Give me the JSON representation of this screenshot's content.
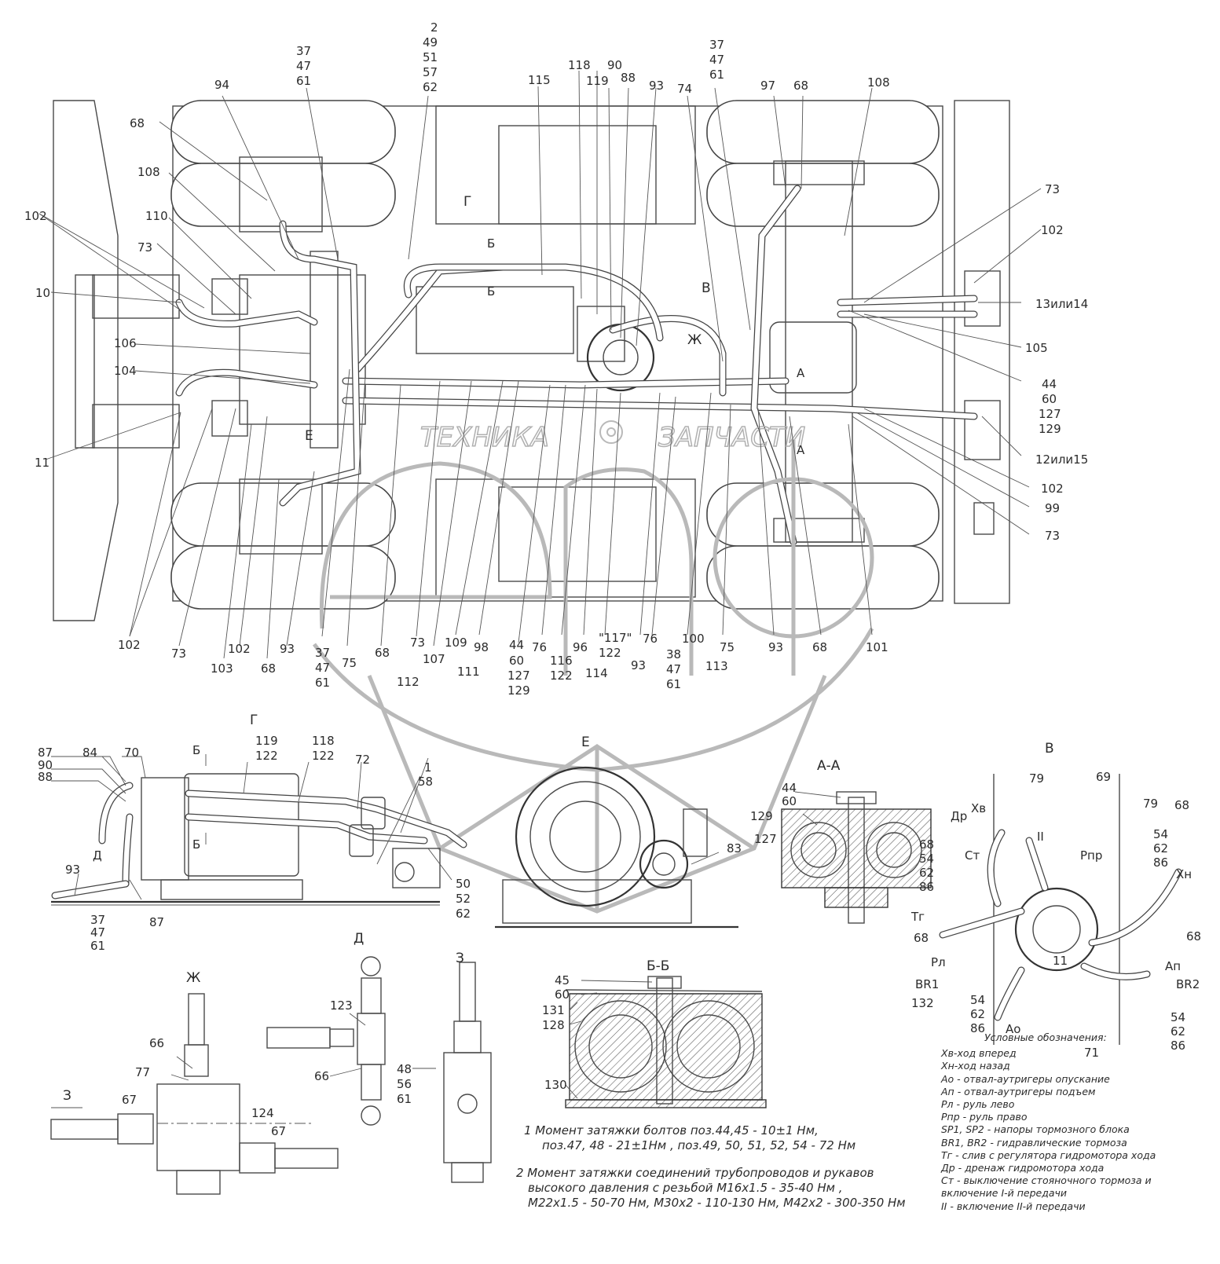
{
  "watermark": {
    "text_1": "ТЕХНИКА",
    "text_2": "ЗАПЧАСТИ",
    "logo": "enf"
  },
  "main_view": {
    "top_labels": [
      {
        "id": "t1",
        "lines": [
          "37",
          "47",
          "61"
        ]
      },
      {
        "id": "t2",
        "lines": [
          "2",
          "49",
          "51",
          "57",
          "62"
        ]
      },
      {
        "id": "t3",
        "lines": [
          "37",
          "47",
          "61"
        ]
      },
      {
        "id": "t_94",
        "lines": [
          "94"
        ]
      },
      {
        "id": "t_115",
        "lines": [
          "115"
        ]
      },
      {
        "id": "t_118",
        "lines": [
          "118"
        ]
      },
      {
        "id": "t_90",
        "lines": [
          "90"
        ]
      },
      {
        "id": "t_119",
        "lines": [
          "119"
        ]
      },
      {
        "id": "t_88",
        "lines": [
          "88"
        ]
      },
      {
        "id": "t_93",
        "lines": [
          "93"
        ]
      },
      {
        "id": "t_74",
        "lines": [
          "74"
        ]
      },
      {
        "id": "t_97",
        "lines": [
          "97"
        ]
      },
      {
        "id": "t_68",
        "lines": [
          "68"
        ]
      },
      {
        "id": "t_108",
        "lines": [
          "108"
        ]
      }
    ],
    "left_labels": [
      "68",
      "108",
      "110",
      "102",
      "73",
      "10",
      "106",
      "104",
      "11"
    ],
    "right_labels": [
      "73",
      "102",
      "13или14",
      "105",
      "44",
      "60",
      "127",
      "129",
      "12или15",
      "102",
      "99",
      "73"
    ],
    "section_marks": [
      "Г",
      "Б",
      "Б",
      "В",
      "Ж",
      "А",
      "А",
      "Е"
    ],
    "bottom_labels": [
      "102",
      "73",
      "103",
      "102",
      "68",
      "93",
      "37",
      "47",
      "61",
      "75",
      "68",
      "112",
      "73",
      "107",
      "109",
      "111",
      "98",
      "44",
      "60",
      "127",
      "129",
      "76",
      "116",
      "122",
      "96",
      "\"117\"",
      "122",
      "114",
      "93",
      "76",
      "38",
      "47",
      "61",
      "100",
      "75",
      "113",
      "93",
      "68",
      "101"
    ]
  },
  "view_g": {
    "title": "Г",
    "labels": [
      "87",
      "90",
      "88",
      "84",
      "70",
      "Б",
      "119",
      "122",
      "118",
      "122",
      "72",
      "1",
      "58",
      "Б",
      "Д",
      "93",
      "37",
      "47",
      "61",
      "87",
      "50",
      "52",
      "62"
    ]
  },
  "view_e": {
    "title": "Е",
    "labels": [
      "83"
    ]
  },
  "section_aa": {
    "title": "А-А",
    "labels": [
      "44",
      "60",
      "129",
      "127"
    ]
  },
  "view_v": {
    "title": "В",
    "labels": [
      "79",
      "69",
      "Др",
      "Хв",
      "79",
      "68",
      "II",
      "Pпр",
      "Ст",
      "68",
      "54",
      "62",
      "86",
      "54",
      "62",
      "86",
      "Хн",
      "Тг",
      "68",
      "68",
      "Pл",
      "Ап",
      "BR1",
      "BR2",
      "132",
      "54",
      "62",
      "86",
      "11",
      "71",
      "54",
      "62",
      "86",
      "Ао"
    ]
  },
  "view_d": {
    "title": "Д",
    "labels": [
      "123",
      "66"
    ]
  },
  "view_z": {
    "title": "З",
    "labels": [
      "48",
      "56",
      "61"
    ]
  },
  "view_zh": {
    "title": "Ж",
    "labels": [
      "66",
      "77",
      "З",
      "67",
      "124",
      "67"
    ]
  },
  "section_bb": {
    "title": "Б-Б",
    "labels": [
      "45",
      "60",
      "131",
      "128",
      "130"
    ]
  },
  "notes": {
    "n1_a": "1 Момент затяжки болтов поз.44,45 - 10±1 Нм,",
    "n1_b": "поз.47, 48 - 21±1Нм , поз.49, 50, 51, 52, 54 - 72 Нм",
    "n2_a": "2  Момент затяжки соединений трубопроводов и рукавов",
    "n2_b": "высокого давления с резьбой М16х1.5 - 35-40 Нм ,",
    "n2_c": "М22х1.5 - 50-70 Нм, М30х2 - 110-130 Нм, М42х2 - 300-350 Нм"
  },
  "legend": {
    "title": "Условные обозначения:",
    "items": [
      "Хв-ход вперед",
      "Хн-ход назад",
      "Ао - отвал-аутригеры опускание",
      "Ап - отвал-аутригеры подъем",
      "Pл - руль лево",
      "Pпр - руль право",
      "SP1, SP2 - напоры тормозного блока",
      "BR1, BR2 - гидравлические тормоза",
      "Тг - слив с регулятора гидромотора хода",
      "Др - дренаж гидромотора хода",
      "Ст - выключение стояночного тормоза и",
      "включение I-й передачи",
      "II - включение II-й передачи"
    ]
  }
}
